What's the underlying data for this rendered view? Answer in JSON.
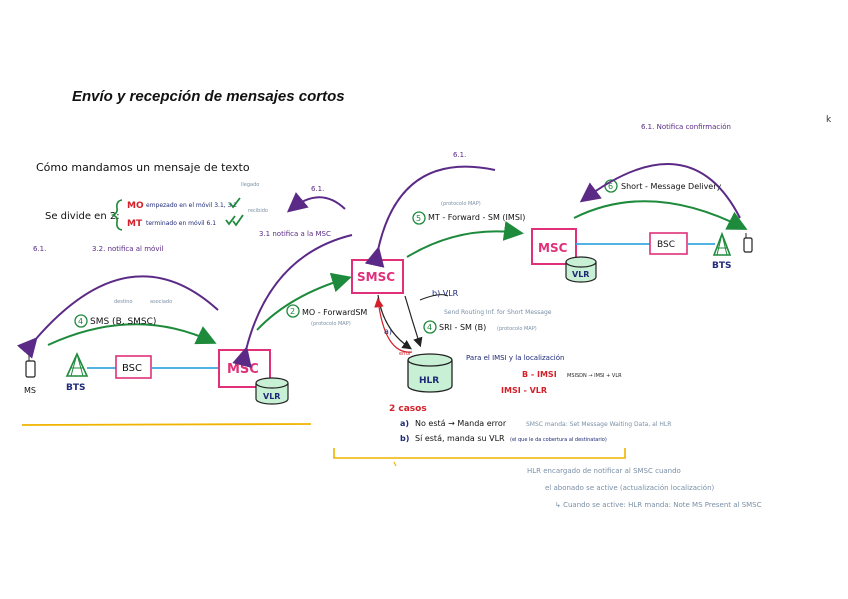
{
  "title": "Envío y recepción de mensajes cortos",
  "corner_mark": "k",
  "intro": "Cómo mandamos un mensaje de texto",
  "divide": {
    "prefix": "Se divide en 2:",
    "mo_code": "MO",
    "mo_desc": "empezado en el móvil 3.1, 3.2",
    "mt_code": "MT",
    "mt_desc": "terminado en móvil 6.1",
    "note_top": "llegado",
    "note_bottom": "recibido"
  },
  "left": {
    "ms": "MS",
    "bts": "BTS",
    "bsc": "BSC",
    "msc": "MSC",
    "vlr": "VLR",
    "label_61": "6.1.",
    "label_32": "3.2. notifica al móvil",
    "step4_num": "4",
    "step4_text": "SMS (B, SMSC)",
    "step4_note_a": "destino",
    "step4_note_b": "asociado"
  },
  "center": {
    "smsc": "SMSC",
    "label_61": "6.1.",
    "label_31": "3.1 notifica a la MSC",
    "step2_num": "2",
    "step2_text": "MO - ForwardSM",
    "step2_note": "(protocolo MAP)",
    "step3a": "a)",
    "step3a_note": "error",
    "step3b": "b) VLR",
    "send_routing": "Send Routing Inf. for Short Message",
    "step4_num": "4",
    "step4_text": "SRI - SM (B)",
    "step4_note": "(protocolo MAP)",
    "hlr": "HLR",
    "imsi_title": "Para el IMSI y la localización",
    "imsi_line1_a": "B - IMSI",
    "imsi_line1_b": "MSISDN → IMSI + VLR",
    "imsi_line2": "IMSI - VLR",
    "cases_title": "2 casos",
    "case_a_label": "a)",
    "case_a_text": "No está → Manda error",
    "case_a_note": "SMSC manda: Set Message Waiting Data, al HLR",
    "case_b_label": "b)",
    "case_b_text": "Sí está, manda su VLR",
    "case_b_note": "(el que le da cobertura al destinatario)",
    "hlr_note_1": "HLR encargado de notificar al SMSC cuando",
    "hlr_note_2": "el abonado se active (actualización localización)",
    "hlr_note_3": "↳ Cuando se active: HLR manda: Note MS Present al SMSC"
  },
  "right": {
    "label_61": "6.1.",
    "label_61_confirm": "6.1. Notifica confirmación",
    "step5_num": "5",
    "step5_text": "MT - Forward - SM (IMSI)",
    "step5_note": "(protocolo MAP)",
    "step6_num": "6",
    "step6_text": "Short - Message Delivery",
    "msc": "MSC",
    "vlr": "VLR",
    "bsc": "BSC",
    "bts": "BTS"
  },
  "colors": {
    "purple": "#5b2a86",
    "green": "#1e8a3c",
    "pink": "#e0307a",
    "blue": "#3aa7e0",
    "red": "#d4202a",
    "navy": "#1e2a78",
    "gray": "#7a8fa6",
    "yellow": "#f0b400",
    "vlr_fill": "#c8f0d4"
  }
}
